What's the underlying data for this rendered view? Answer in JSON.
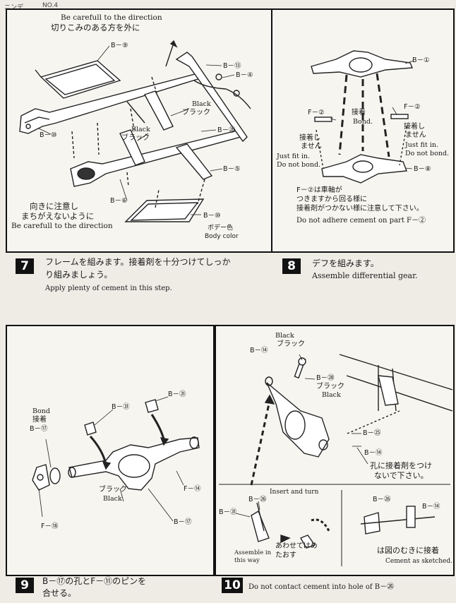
{
  "header": {
    "left": "ニンデ",
    "page": "NO.4"
  },
  "panel7": {
    "direction_en_top": "Be carefull to the direction",
    "direction_jp_top": "切りこみのある方を外に",
    "b9": "B－⑨",
    "b13": "B－⑬",
    "b4": "B－④",
    "black1_en": "Black",
    "black1_jp": "ブラック",
    "black2_en": "Black",
    "black2_jp": "ブラック",
    "b40": "B－⑩",
    "b20": "B－⑳",
    "b5": "B－⑤",
    "b6": "B－⑥",
    "b10": "B－⑩",
    "caution_jp_1": "向きに注意し",
    "caution_jp_2": "まちがえないように",
    "direction_en_bottom": "Be carefull to the direction",
    "body_color_jp": "ボデー色",
    "body_color_en": "Body color"
  },
  "panel8": {
    "b1": "B－①",
    "bond_jp": "接着",
    "bond_en": "Bond.",
    "f2_left": "F－②",
    "f2_right": "F－②",
    "nobond_jp_left_1": "接着し",
    "nobond_jp_left_2": "ません",
    "nobond_jp_right_1": "接着し",
    "nobond_jp_right_2": "ません",
    "fitin_left_1": "Just fit in.",
    "fitin_left_2": "Do not bond.",
    "fitin_right_1": "Just fit in.",
    "fitin_right_2": "Do not bond.",
    "b8": "B－⑧",
    "note_jp_1": "F－②は車軸が",
    "note_jp_2": "つきますから回る様に",
    "note_jp_3": "接着剤がつかない様に注意して下さい。",
    "note_en": "Do not adhere cement on part F－②"
  },
  "step7": {
    "num": "7",
    "jp_1": "フレームを組みます。接着剤を十分つけてしっか",
    "jp_2": "り組みましょう。",
    "en": "Apply plenty of cement in this step."
  },
  "step8": {
    "num": "8",
    "jp": "デフを組みます。",
    "en": "Assemble differential gear."
  },
  "panel9": {
    "b31_top": "B－㉛",
    "b31_mid": "B－㉛",
    "bond_en": "Bond",
    "bond_jp": "接着",
    "b17_left": "B－⑰",
    "f14": "F－⑭",
    "black_jp": "ブラック",
    "black_en": "Black",
    "b17_right": "B－⑰",
    "f18": "F－⑱"
  },
  "panel10": {
    "black_en": "Black",
    "black_jp": "ブラック",
    "b14_top": "B－⑭",
    "b28": "B－㉘",
    "black2_jp": "ブラック",
    "black2_en": "Black",
    "b25": "B－㉕",
    "b14_mid": "B－⑭",
    "hole_jp_1": "孔に接着剤をつけ",
    "hole_jp_2": "ないで下さい。",
    "insert": "Insert and turn",
    "b31": "B－㉛",
    "b26": "B－㉖",
    "assemble_1": "Assemble in",
    "assemble_2": "this way",
    "awase_1": "あわせてはめ",
    "awase_2": "たおす",
    "b26_right": "B－㉖",
    "b14_right": "B－⑭",
    "sketch_jp": "は図のむきに接着",
    "sketch_en": "Cement as sketched."
  },
  "step9": {
    "num": "9",
    "jp_1": "B－⑰の孔とF－⑪のピンを",
    "jp_2": "合せる。"
  },
  "step10": {
    "num": "10",
    "en": "Do not contact cement into hole of B－㉖"
  }
}
